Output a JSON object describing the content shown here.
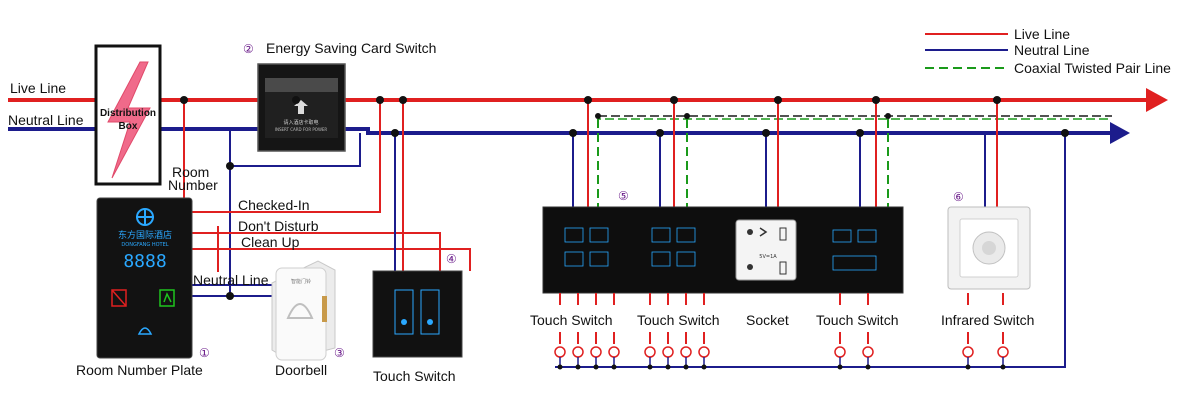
{
  "legend": {
    "live": "Live Line",
    "neutral": "Neutral Line",
    "coax": "Coaxial Twisted Pair Line"
  },
  "bus": {
    "live_label": "Live Line",
    "neutral_label": "Neutral Line"
  },
  "distribution_box": {
    "line1": "Distribution",
    "line2": "Box"
  },
  "card_switch": {
    "number": "②",
    "title": "Energy Saving Card Switch",
    "slot_text_cn": "请入酒店卡取电",
    "slot_text_en": "INSERT CARD FOR POWER"
  },
  "room_number": {
    "line1": "Room",
    "line2": "Number"
  },
  "signals": {
    "checked_in": "Checked-In",
    "dont_disturb": "Don't Disturb",
    "clean_up": "Clean Up",
    "neutral_line": "Neutral Line"
  },
  "plate": {
    "hotel_cn": "东方国际酒店",
    "hotel_en": "DONGFANG HOTEL",
    "digits": "8888",
    "number": "①",
    "label": "Room Number Plate"
  },
  "doorbell": {
    "number": "③",
    "label": "Doorbell",
    "brand": "智能门铃"
  },
  "touch_switch_small": {
    "number": "④",
    "label": "Touch Switch"
  },
  "panel": {
    "number": "⑤",
    "labels": [
      "Touch Switch",
      "Touch Switch",
      "Socket",
      "Touch Switch"
    ],
    "socket_text": "5V=1A"
  },
  "infrared": {
    "number": "⑥",
    "label": "Infrared Switch"
  },
  "colors": {
    "live": "#e02020",
    "neutral": "#1c1c8c",
    "coax": "#1a9a1a",
    "panel": "#0e0e0e",
    "accent_blue": "#2aa8ff",
    "number_purple": "#6a1b8a"
  }
}
